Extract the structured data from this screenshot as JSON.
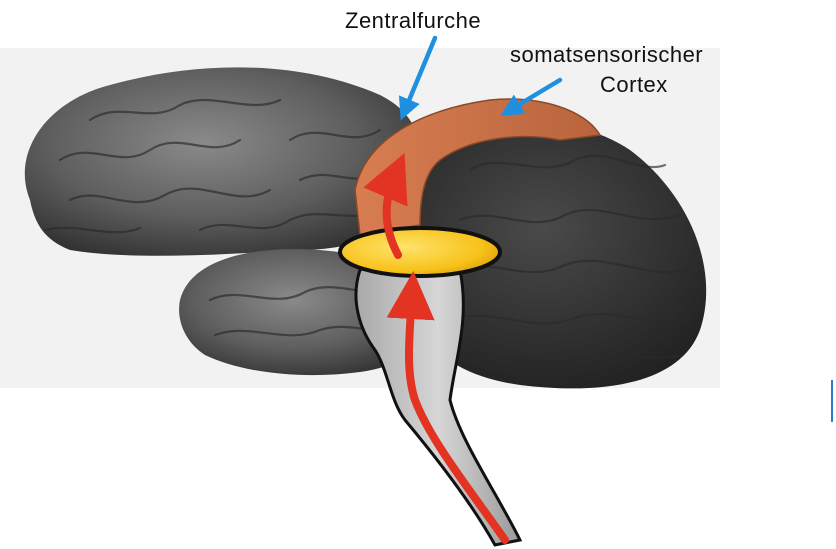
{
  "labels": {
    "central_sulcus": "Zentralfurche",
    "somatosensory_line1": "somatsensorischer",
    "somatosensory_line2": "Cortex"
  },
  "colors": {
    "background": "#f2f2f2",
    "brain_dark": "#4a4a4a",
    "brain_mid": "#7a7a7a",
    "cortex_band": "#c9734a",
    "thalamus": "#f7c21a",
    "brainstem": "#c8c8c8",
    "pathway_arrow": "#e33322",
    "pointer_arrow": "#1f8fe0"
  },
  "icons": {
    "pathway": "red-arrow-icon",
    "pointer": "blue-arrow-icon"
  }
}
